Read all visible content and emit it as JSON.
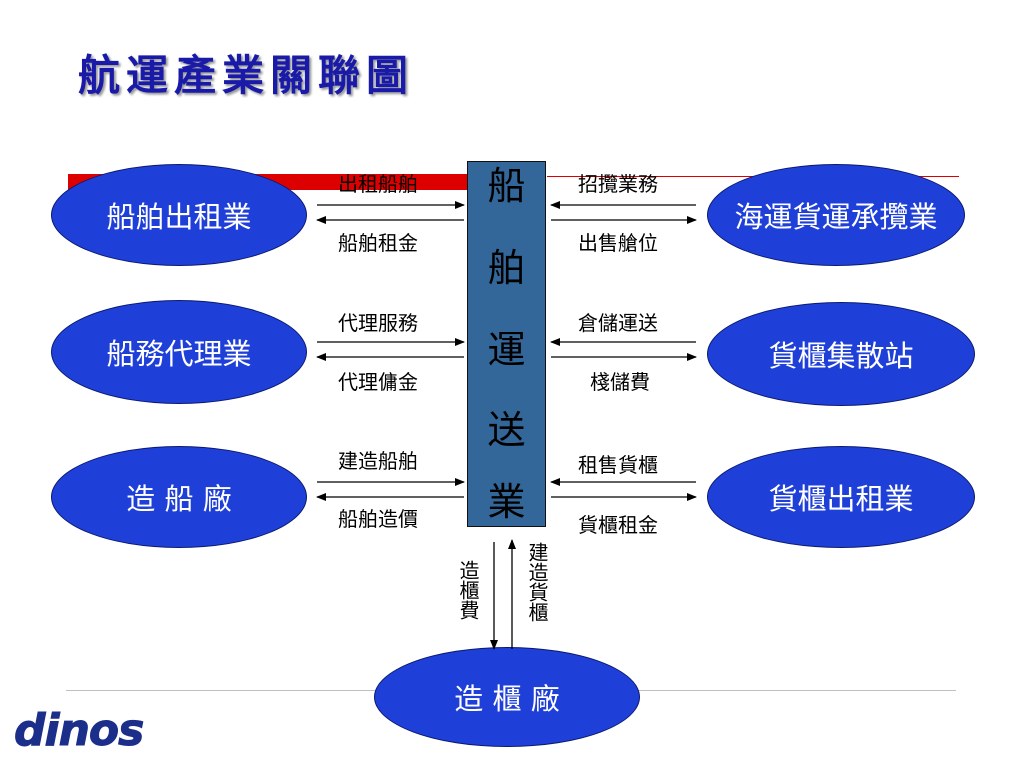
{
  "title": "航運產業關聯圖",
  "center": {
    "chars": [
      "船",
      "舶",
      "運",
      "送",
      "業"
    ]
  },
  "nodes": {
    "ship_leasing": "船舶出租業",
    "ship_agency": "船務代理業",
    "shipyard": "造 船 廠",
    "freight_forwarding": "海運貨運承攬業",
    "container_station": "貨櫃集散站",
    "container_leasing": "貨櫃出租業",
    "container_factory": "造 櫃 廠"
  },
  "flows": {
    "charter_ship": "出租船舶",
    "ship_rent": "船舶租金",
    "agency_service": "代理服務",
    "agency_commission": "代理傭金",
    "build_ship": "建造船舶",
    "ship_cost": "船舶造價",
    "solicit_business": "招攬業務",
    "sell_space": "出售艙位",
    "storage_transport": "倉儲運送",
    "storage_fee": "棧儲費",
    "lease_container": "租售貨櫃",
    "container_rent": "貨櫃租金",
    "container_build_fee": "造櫃費",
    "build_container": "建造貨櫃"
  },
  "logo": "dinos",
  "colors": {
    "title": "#1a1aa8",
    "ellipse_fill": "#1f3fd9",
    "center_box": "#336699",
    "accent_band": "#dd0000"
  }
}
